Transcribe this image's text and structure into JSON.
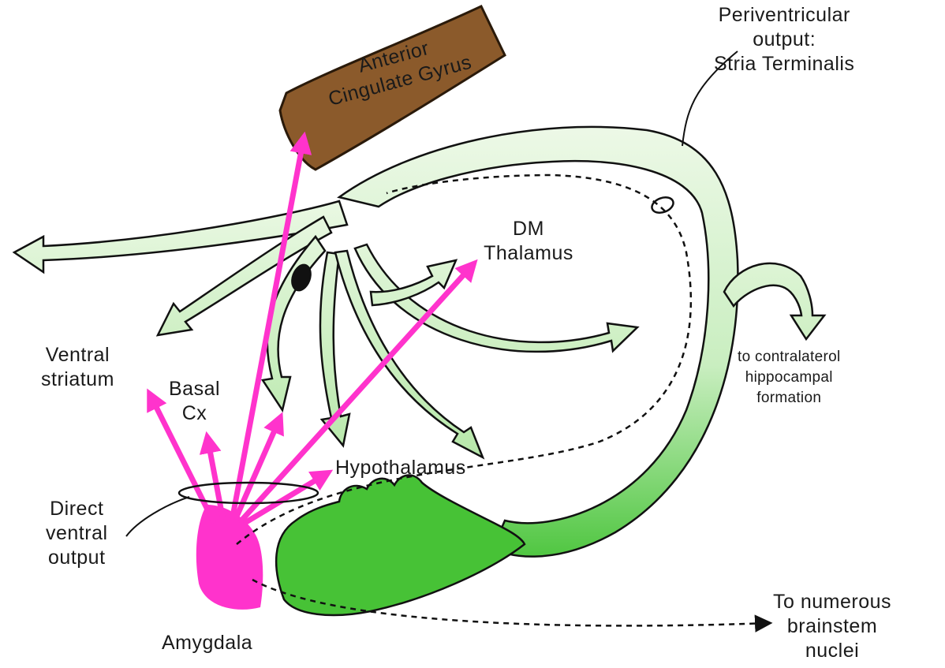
{
  "colors": {
    "cingulate_fill": "#8b5a2b",
    "amygdala_magenta": "#ff33cc",
    "tract_green_light": "#e6f6dd",
    "tract_green_dark": "#45c234",
    "outline": "#111111"
  },
  "labels": {
    "anterior_cingulate": [
      "Anterior",
      "Cingulate Gyrus"
    ],
    "periventricular": [
      "Periventricular",
      "output:",
      "Stria Terminalis"
    ],
    "dm_thalamus": [
      "DM",
      "Thalamus"
    ],
    "ventral_striatum": [
      "Ventral",
      "striatum"
    ],
    "basal_cx": [
      "Basal",
      "Cx"
    ],
    "hypothalamus": "Hypothalamus",
    "contralateral": [
      "to contralaterol",
      "hippocampal",
      "formation"
    ],
    "direct_ventral": [
      "Direct",
      "ventral",
      "output"
    ],
    "amygdala": "Amygdala",
    "brainstem": [
      "To numerous",
      "brainstem",
      "nuclei"
    ]
  }
}
